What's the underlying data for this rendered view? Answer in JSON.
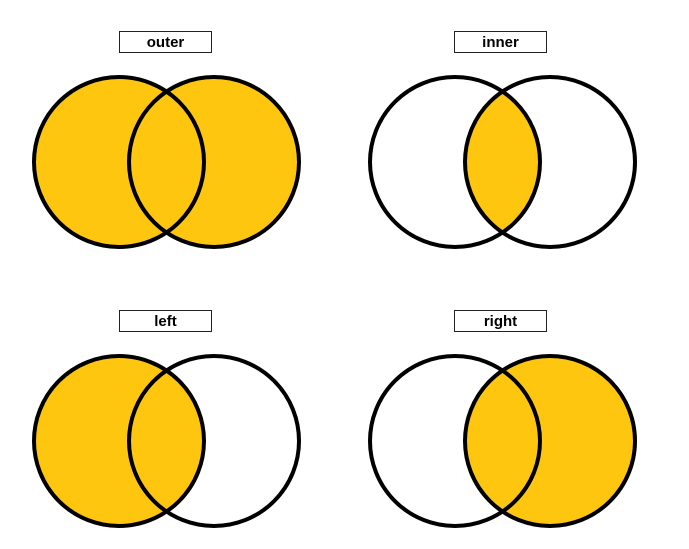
{
  "colors": {
    "fill": "#FEC60F",
    "stroke": "#000000",
    "background": "#FFFFFF"
  },
  "diagrams": [
    {
      "label": "outer",
      "shaded": "both circles (union)"
    },
    {
      "label": "inner",
      "shaded": "intersection only"
    },
    {
      "label": "left",
      "shaded": "left circle"
    },
    {
      "label": "right",
      "shaded": "right circle"
    }
  ]
}
